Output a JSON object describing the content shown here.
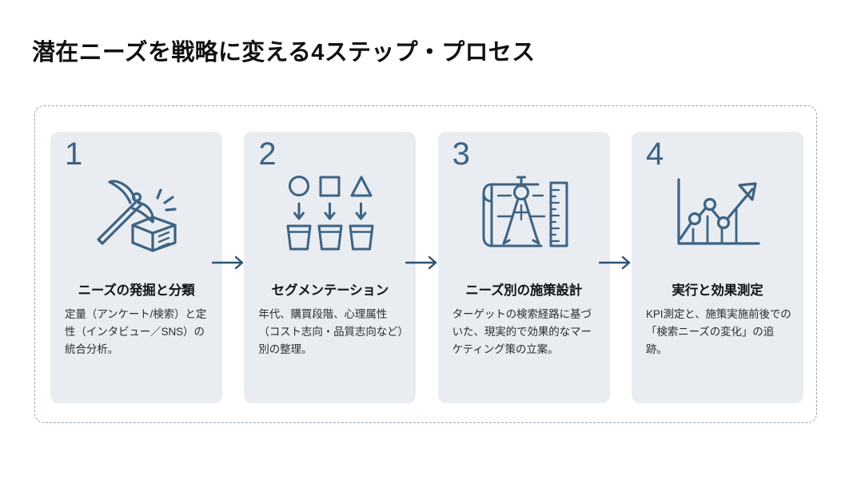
{
  "page": {
    "title": "潜在ニーズを戦略に変える4ステップ・プロセス",
    "background_color": "#ffffff"
  },
  "frame": {
    "border_style": "dashed",
    "border_color": "#8fa4bb"
  },
  "theme": {
    "card_background": "#e9edf1",
    "number_color": "#3d6384",
    "icon_color": "#3d6384",
    "heading_color": "#111315",
    "body_color": "#2a2e33",
    "arrow_color": "#2d5372"
  },
  "steps": [
    {
      "number": "1",
      "icon": "pickaxe-cube-icon",
      "heading": "ニーズの発掘と分類",
      "body": "定量（アンケート/検索）と定性（インタビュー／SNS）の統合分析。"
    },
    {
      "number": "2",
      "icon": "shapes-buckets-icon",
      "heading": "セグメンテーション",
      "body": "年代、購買段階、心理属性（コスト志向・品質志向など）別の整理。"
    },
    {
      "number": "3",
      "icon": "blueprint-compass-ruler-icon",
      "heading": "ニーズ別の施策設計",
      "body": "ターゲットの検索経路に基づいた、現実的で効果的なマーケティング策の立案。"
    },
    {
      "number": "4",
      "icon": "growth-chart-arrow-icon",
      "heading": "実行と効果測定",
      "body": "KPI測定と、施策実施前後での「検索ニーズの変化」の追跡。"
    }
  ],
  "connectors": [
    {
      "name": "arrow-step1-to-step2",
      "glyph": "→"
    },
    {
      "name": "arrow-step2-to-step3",
      "glyph": "→"
    },
    {
      "name": "arrow-step3-to-step4",
      "glyph": "→"
    }
  ]
}
